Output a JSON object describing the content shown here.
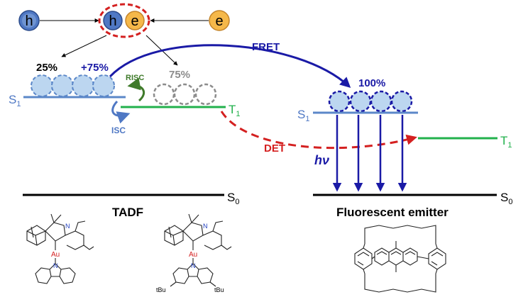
{
  "carriers": {
    "hole": "h",
    "electron": "e",
    "exciton_hole": "h",
    "exciton_electron": "e"
  },
  "tadf": {
    "singlet_percent": "25%",
    "transferred_percent": "+75%",
    "triplet_percent": "75%",
    "s1_label": "S",
    "s1_sub": "1",
    "t1_label": "T",
    "t1_sub": "1",
    "s0_label": "S",
    "s0_sub": "0",
    "risc": "RISC",
    "isc": "ISC",
    "title": "TADF",
    "tbu_label": "tBu"
  },
  "transfer": {
    "fret": "FRET",
    "det": "DET"
  },
  "emitter": {
    "singlet_percent": "100%",
    "s1_label": "S",
    "s1_sub": "1",
    "t1_label": "T",
    "t1_sub": "1",
    "s0_label": "S",
    "s0_sub": "0",
    "hv": "hν",
    "title": "Fluorescent emitter"
  },
  "molecule_labels": {
    "au": "Au",
    "n": "N"
  },
  "colors": {
    "hole_fill": "#4f78c4",
    "electron_fill": "#f5b84a",
    "exciton_singlet_fill": "#bcd6f0",
    "exciton_triplet_fill": "#ffffff",
    "s1_line": "#5b87c8",
    "t1_line": "#22b14c",
    "fret_arrow": "#1a1aa6",
    "det_arrow": "#d42020",
    "risc_green": "#3f7a2a",
    "isc_blue": "#4f78c4",
    "percent_gray": "#8c8c8c",
    "au_red": "#d42020",
    "n_blue": "#1f3fbf"
  }
}
